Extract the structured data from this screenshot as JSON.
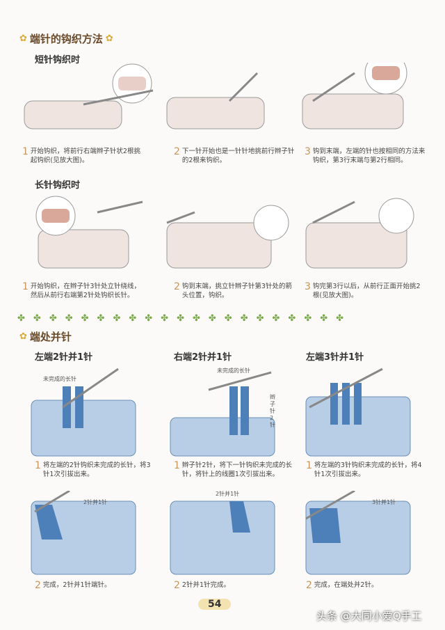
{
  "section1": {
    "title": "端针的钩织方法",
    "sub_sc": "短针钩织时",
    "sub_dc": "长针钩织时",
    "sc_steps": [
      {
        "n": "1",
        "text": "开始钩织，将前行右端辫子针状2根挑起钩织(见放大图)。"
      },
      {
        "n": "2",
        "text": "下一针开始也是一针针地挑前行辫子针的2根来钩织。"
      },
      {
        "n": "3",
        "text": "钩到末端，左端的针也按相同的方法来钩织，第3行末端与第2行相同。"
      }
    ],
    "dc_steps": [
      {
        "n": "1",
        "text": "开始钩织，在辫子针3针处立针绕线，然后从前行右端第2针处钩织长针。"
      },
      {
        "n": "2",
        "text": "钩到末端，挑立针辫子针第3针处的箭头位置，钩织。"
      },
      {
        "n": "3",
        "text": "钩完第3行以后，从前行正面开始挑2根(见放大图)。"
      }
    ]
  },
  "section2": {
    "title": "端处并针",
    "columns": [
      {
        "heading": "左端2针并1针",
        "ann1": "未完成的长针",
        "step1": {
          "n": "1",
          "text": "将左端的2针钩织未完成的长针，将3针1次引拔出来。"
        },
        "ann2": "2针并1针",
        "step2": {
          "n": "2",
          "text": "完成，2针并1针端针。"
        }
      },
      {
        "heading": "右端2针并1针",
        "ann1": "未完成的长针",
        "ann_side": "辫子针2针",
        "step1": {
          "n": "1",
          "text": "辫子针2针，将下一针钩织未完成的长针，将针上的线圈1次引拔出来。"
        },
        "ann2": "2针并1针",
        "step2": {
          "n": "2",
          "text": "2针并1针完成。"
        }
      },
      {
        "heading": "左端3针并1针",
        "step1": {
          "n": "1",
          "text": "将左端的3针钩织未完成的长针，将4针1次引拔出来。"
        },
        "ann2": "3针并1针",
        "step2": {
          "n": "2",
          "text": "完成，在端处并2针。"
        }
      }
    ]
  },
  "page_number": "54",
  "watermark": "头条 @大同小爱Q手工",
  "colors": {
    "pink": "#e8cfc8",
    "blue": "#a9c3e3",
    "darkblue": "#4d7fb8",
    "accent": "#c8945a"
  }
}
